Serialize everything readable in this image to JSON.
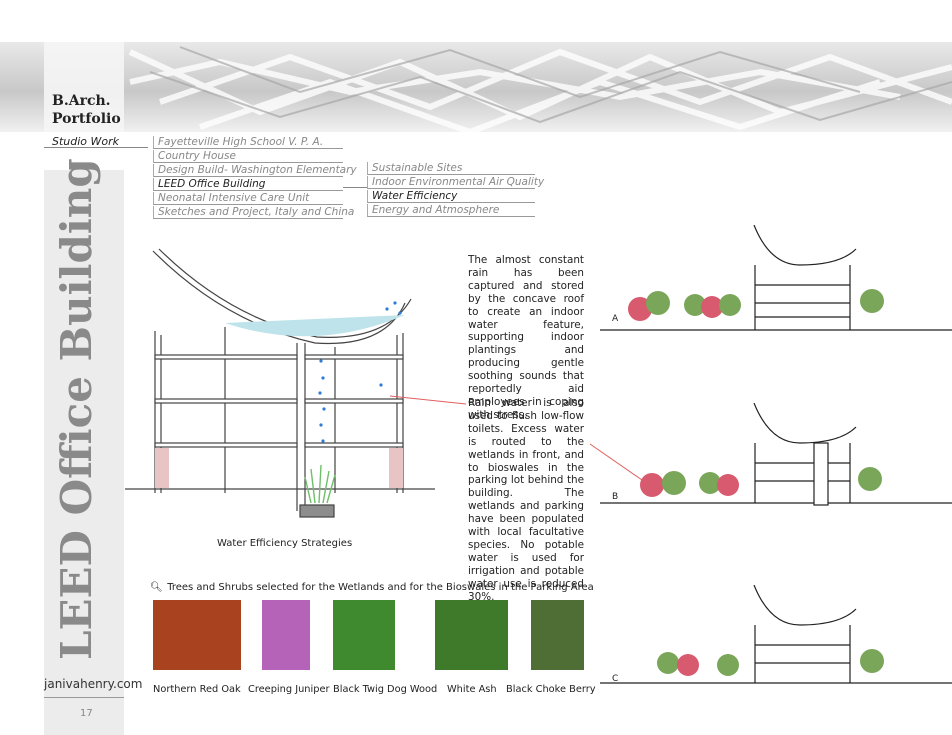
{
  "header": {
    "title_line1": "B.Arch.",
    "title_line2": "Portfolio"
  },
  "sidebar": {
    "vertical_title": "LEED Office Building",
    "website": "janivahenry.com",
    "page_number": "17"
  },
  "nav": {
    "main": "Studio Work",
    "projects": [
      "Fayetteville High School V. P. A.",
      "Country House",
      "Design Build- Washington Elementary",
      "LEED Office Building",
      "Neonatal Intensive Care Unit",
      "Sketches and Project, Italy and China"
    ],
    "active_project": 3,
    "subtopics": [
      "Sustainable Sites",
      "Indoor Environmental Air Quality",
      "Water Efficiency",
      "Energy and Atmosphere"
    ],
    "active_subtopic": 2
  },
  "text": {
    "paragraph1": "The almost constant rain has been captured and stored by the concave roof to create an indoor water feature, supporting indoor plantings and producing gentle soothing sounds that reportedly aid employees in coping with stress.",
    "paragraph2": "Rain water is also used to flush low-flow toilets. Excess water is routed to the wetlands in front, and to bioswales in the parking lot behind the building. The wetlands and parking have been populated with local facultative species. No potable water is used for irrigation and potable water use is reduced 30%."
  },
  "section_caption": "Water Efficiency Strategies",
  "plants_heading": "Trees and Shrubs selected for the Wetlands and for the Bioswales in the Parking Area",
  "plants": [
    {
      "name": "Northern Red Oak",
      "color": "#a8421f"
    },
    {
      "name": "Creeping Juniper",
      "color": "#b463b8"
    },
    {
      "name": "Black Twig Dog Wood",
      "color": "#3f8a2e"
    },
    {
      "name": "White Ash",
      "color": "#3e7a2a"
    },
    {
      "name": "Black Choke Berry",
      "color": "#4f6e35"
    }
  ],
  "section_labels": [
    "A",
    "B",
    "C"
  ],
  "colors": {
    "water": "#bfe3ea",
    "water_drop": "#2f7bd6",
    "callout_line": "#e06060"
  }
}
